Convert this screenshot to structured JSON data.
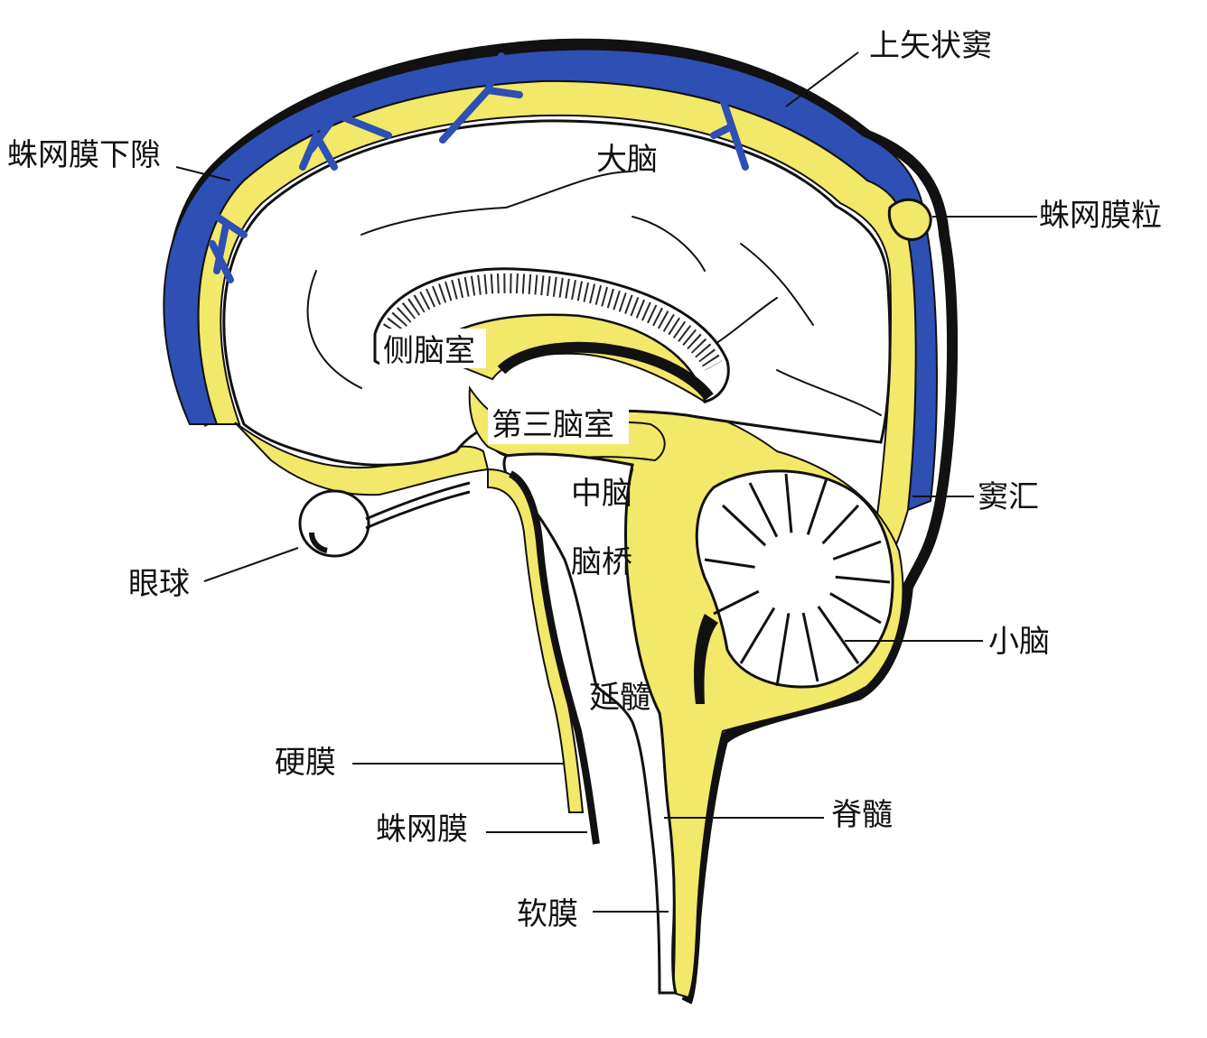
{
  "colors": {
    "csf": "#f2e86a",
    "sinus": "#2e4fb4",
    "ink": "#111111",
    "background": "#ffffff",
    "label_box": "#ffffff"
  },
  "labels": {
    "superior_sagittal_sinus": "上矢状窦",
    "subarachnoid_space": "蛛网膜下隙",
    "cerebrum": "大脑",
    "arachnoid_granulation": "蛛网膜粒",
    "lateral_ventricle": "侧脑室",
    "third_ventricle": "第三脑室",
    "confluence_of_sinuses": "窦汇",
    "midbrain": "中脑",
    "eyeball": "眼球",
    "pons": "脑桥",
    "cerebellum": "小脑",
    "medulla_oblongata": "延髓",
    "dura_mater": "硬膜",
    "spinal_cord": "脊髓",
    "arachnoid": "蛛网膜",
    "pia_mater": "软膜"
  }
}
